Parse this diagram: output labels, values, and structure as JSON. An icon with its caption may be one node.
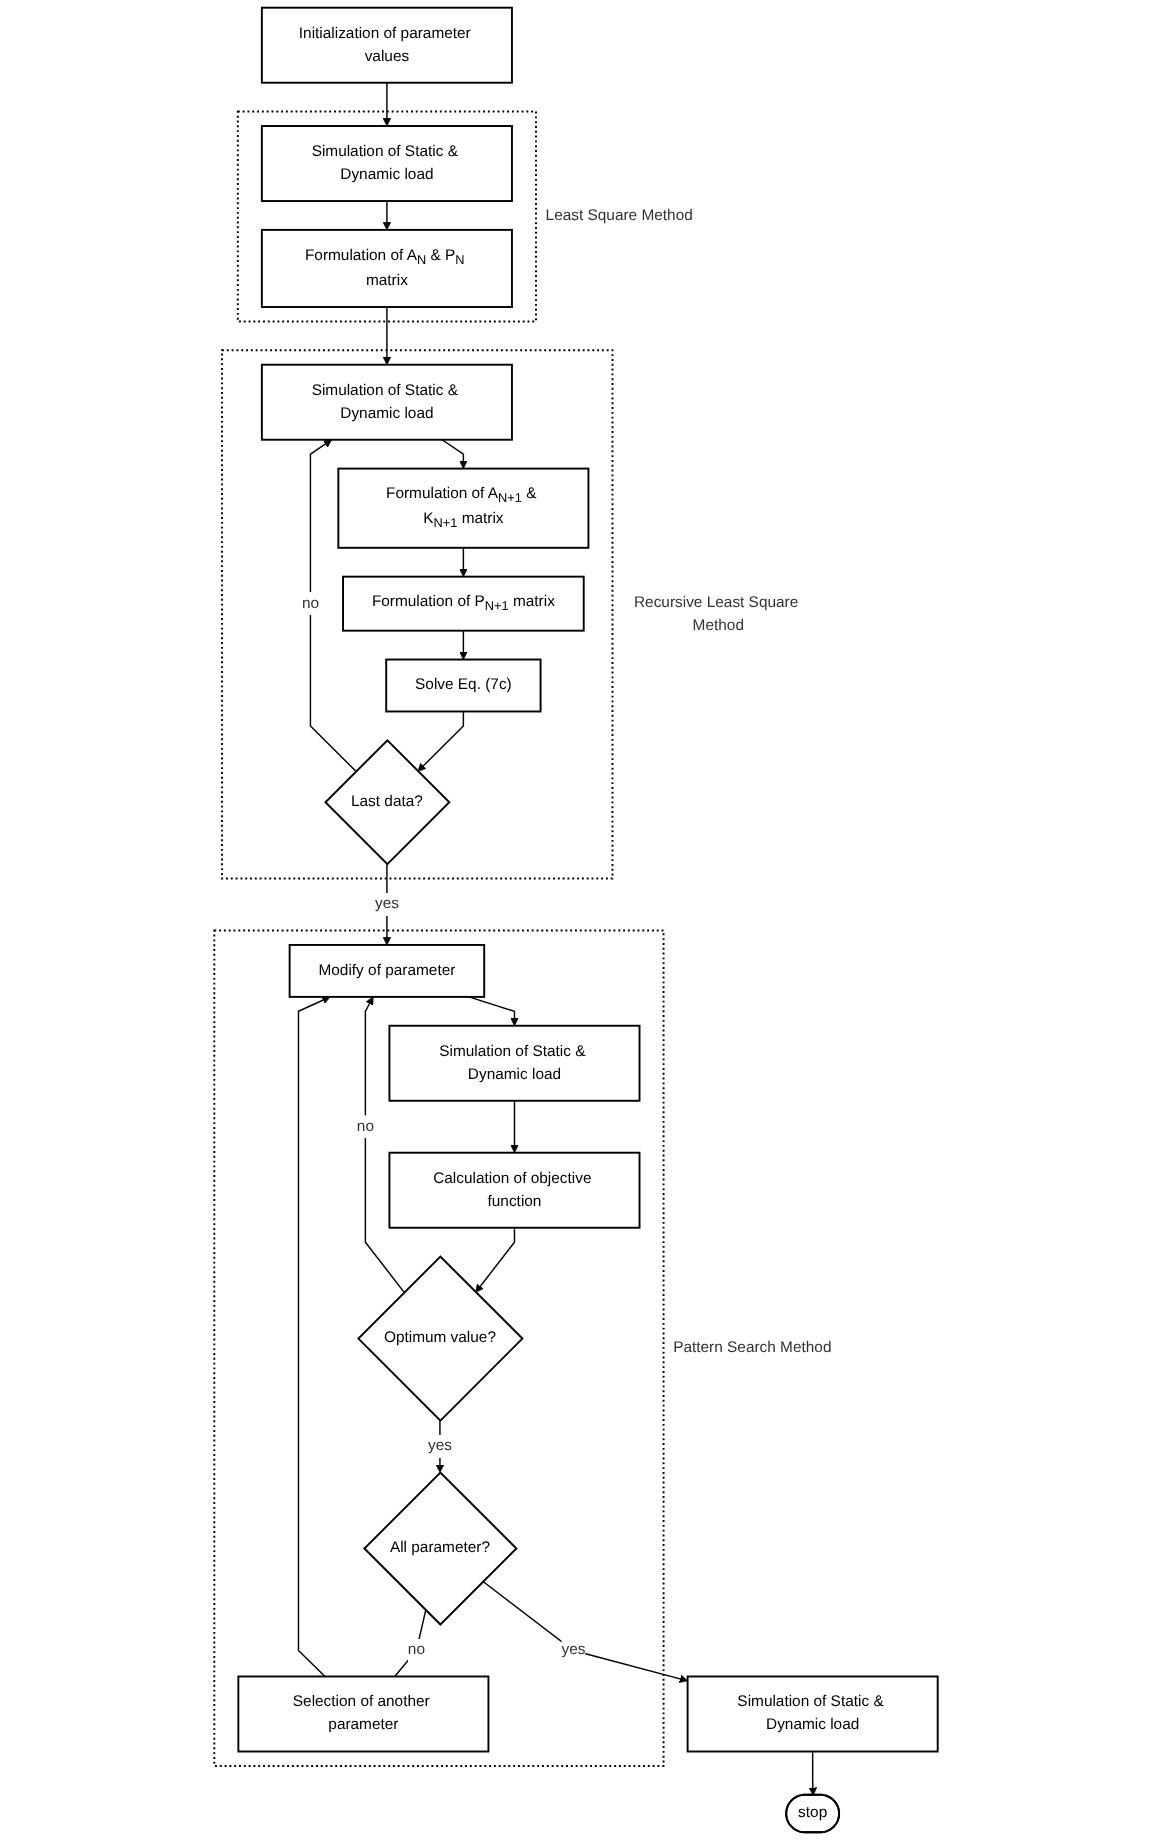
{
  "diagram": {
    "nodes": [
      {
        "text": [
          "Initialization of parameter values"
        ]
      },
      {
        "text": [
          "Least Square Method"
        ]
      },
      {
        "text": [
          "Simulation of Static & Dynamic load"
        ],
        "in": 1
      },
      {
        "text": [
          "Formulation of A$_{N}$ & P$_{N}$ matrix"
        ],
        "in": 1
      },
      {
        "text": [
          "Recursive Least Square Method"
        ]
      },
      {
        "text": [
          "Simulation of Static & Dynamic load"
        ],
        "in": 4
      },
      {
        "text": [
          "Formulation of A$_{N+1}$ & K$_{N+1}$ matrix"
        ],
        "in": 4
      },
      {
        "text": [
          "Formulation of P$_{N+1}$ matrix"
        ],
        "in": 4
      },
      {
        "text": [
          "Solve Eq. (7c)"
        ],
        "in": 4
      },
      {
        "text": [
          "Last data?"
        ],
        "in": 4
      },
      {
        "text": [
          "Pattern Search Method"
        ]
      },
      {
        "text": [
          "Modify of parameter"
        ],
        "in": 10
      },
      {
        "text": [
          "Simulation of Static & Dynamic load"
        ],
        "in": 10
      },
      {
        "text": [
          "Calculation of objective function"
        ],
        "in": 10
      },
      {
        "text": [
          "Optimum value?"
        ],
        "in": 10
      },
      {
        "text": [
          "Selection of another parameter"
        ],
        "in": 10
      },
      {
        "text": [
          "All parameter?"
        ],
        "in": 10
      },
      {
        "text": [
          "Simulation of Static & Dynamic load"
        ]
      },
      {
        "text": [
          "stop"
        ]
      }
    ],
    "edges": [
      {
        "from": 0,
        "to": 2,
        "arrow": "to"
      },
      {
        "from": 2,
        "to": 3,
        "arrow": "to"
      },
      {
        "from": 3,
        "to": 5,
        "arrow": "to"
      },
      {
        "from": 5,
        "to": 6,
        "arrow": "to"
      },
      {
        "from": 6,
        "to": 7,
        "arrow": "to"
      },
      {
        "from": 7,
        "to": 8,
        "arrow": "to"
      },
      {
        "from": 8,
        "to": 9,
        "arrow": "to"
      },
      {
        "from": 9,
        "to": 5,
        "arrow": "to",
        "label": "no"
      },
      {
        "from": 9,
        "to": 11,
        "arrow": "to",
        "label": "yes"
      },
      {
        "from": 11,
        "to": 12,
        "arrow": "to"
      },
      {
        "from": 12,
        "to": 13,
        "arrow": "to"
      },
      {
        "from": 13,
        "to": 14,
        "arrow": "to"
      },
      {
        "from": 14,
        "to": 11,
        "arrow": "to",
        "label": "no"
      },
      {
        "from": 14,
        "to": 16,
        "arrow": "to",
        "label": "yes"
      },
      {
        "from": 16,
        "to": 15,
        "arrow": "none",
        "label": "no"
      },
      {
        "from": 15,
        "to": 11,
        "arrow": "to"
      },
      {
        "from": 16,
        "to": 17,
        "arrow": "to",
        "label": "yes"
      },
      {
        "from": 17,
        "to": 18,
        "arrow": "to"
      }
    ]
  }
}
